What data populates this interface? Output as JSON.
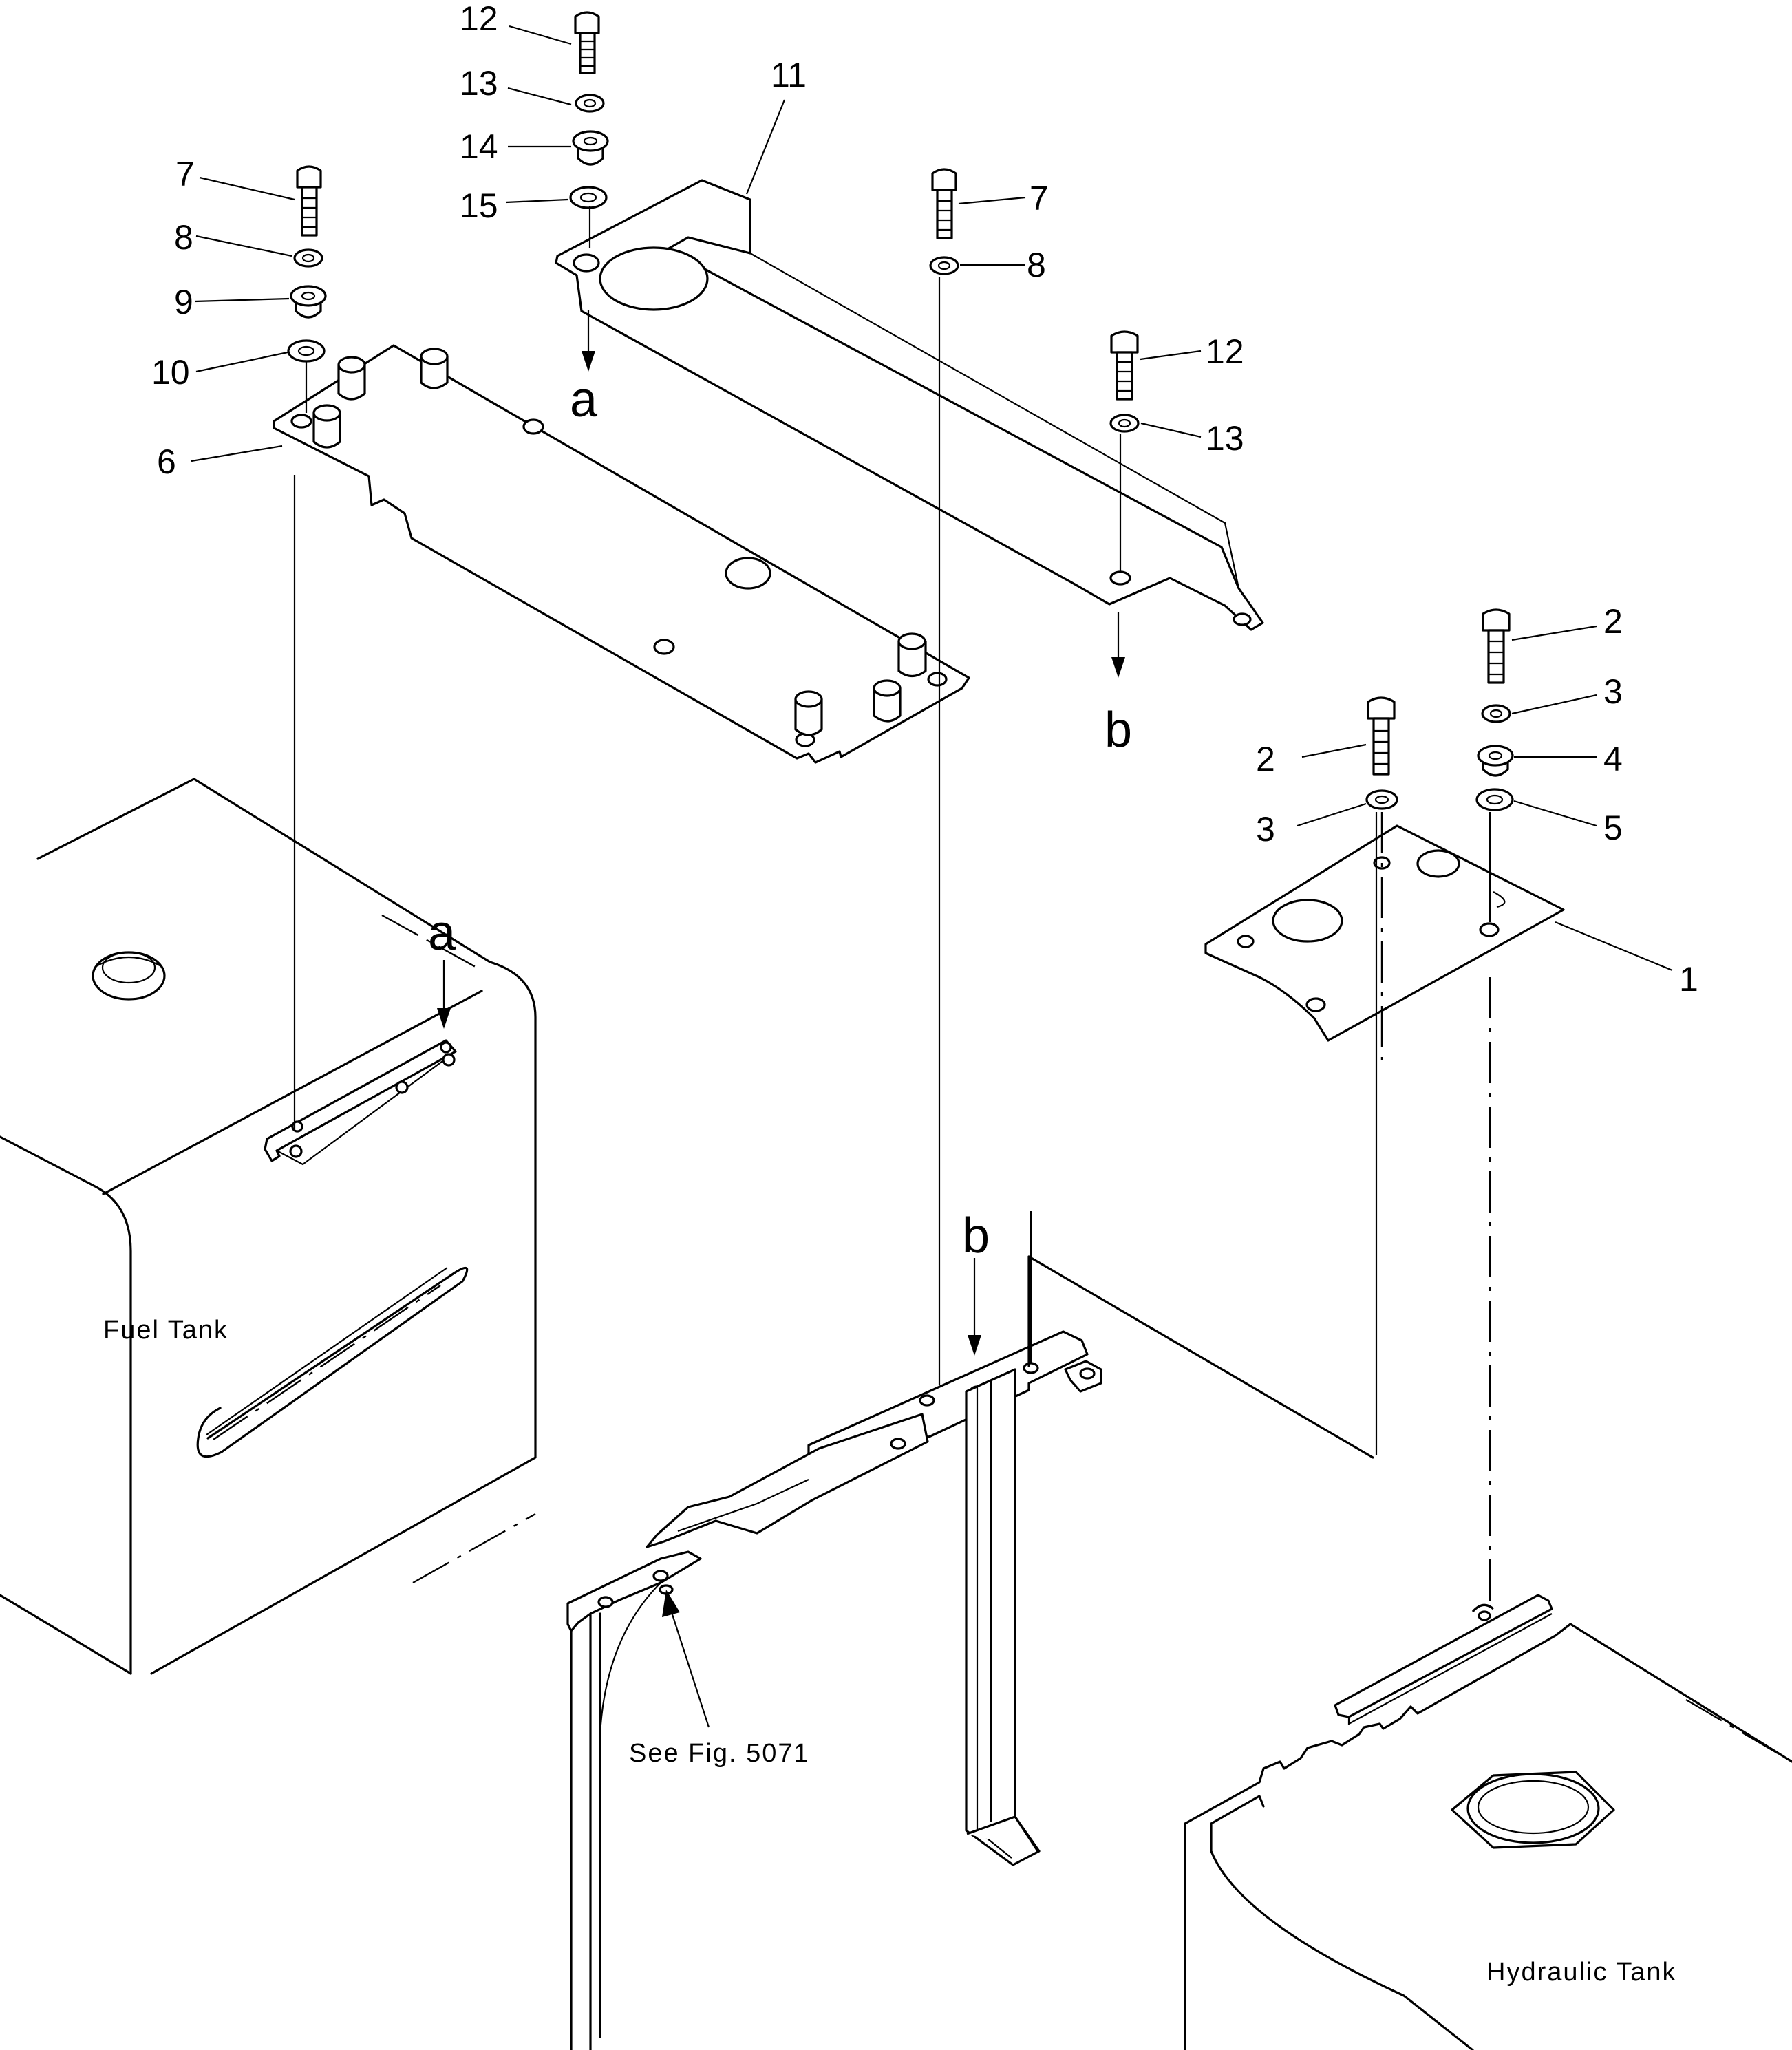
{
  "diagram": {
    "part_numbers": [
      "1",
      "2",
      "3",
      "4",
      "5",
      "6",
      "7",
      "8",
      "9",
      "10",
      "11",
      "12",
      "13",
      "14",
      "15"
    ],
    "reference_letters": [
      "a",
      "b"
    ],
    "labels": {
      "fuel_tank": "Fuel Tank",
      "hydraulic_tank": "Hydraulic Tank",
      "see_fig": "See Fig. 5071"
    }
  }
}
